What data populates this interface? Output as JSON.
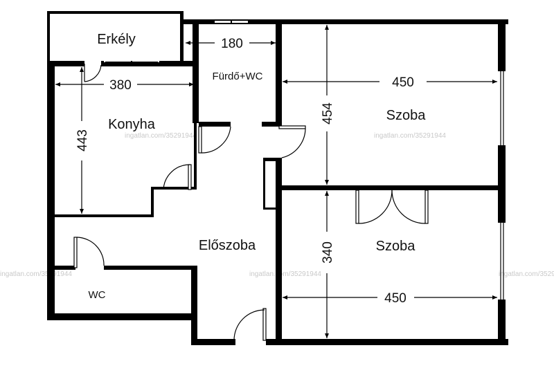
{
  "rooms": {
    "balcony": "Erkély",
    "bathroom": "Fürdő+WC",
    "kitchen": "Konyha",
    "room_top": "Szoba",
    "room_bottom": "Szoba",
    "hall": "Előszoba",
    "wc": "WC"
  },
  "dimensions": {
    "bathroom_width": "180",
    "kitchen_width": "380",
    "kitchen_height": "443",
    "room_top_width": "450",
    "room_top_height": "454",
    "room_bottom_height": "340",
    "room_bottom_width": "450"
  },
  "watermark": "ingatlan.com/35291944"
}
